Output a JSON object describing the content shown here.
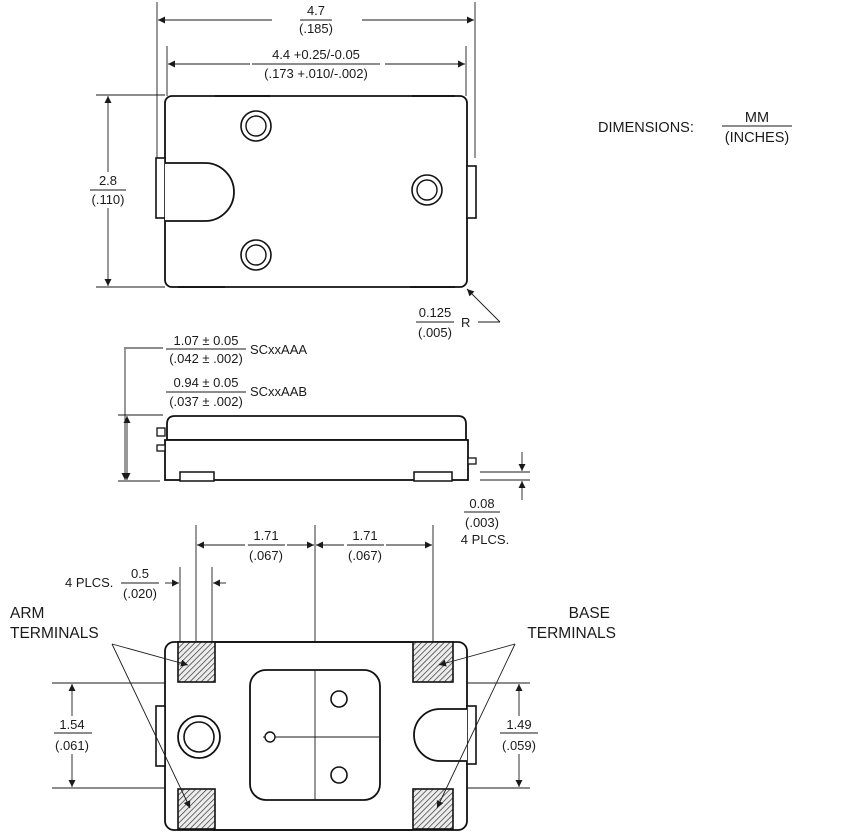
{
  "top_view": {
    "overall_width": {
      "mm": "4.7",
      "in": "(.185)"
    },
    "body_width": {
      "mm": "4.4 +0.25/-0.05",
      "in": "(.173 +.010/-.002)"
    },
    "height": {
      "mm": "2.8",
      "in": "(.110)"
    },
    "corner_radius": {
      "mm": "0.125",
      "in": "(.005)",
      "suffix": "R"
    }
  },
  "legend": {
    "label": "DIMENSIONS:",
    "unit_top": "MM",
    "unit_bottom": "(INCHES)"
  },
  "side_view": {
    "height_aaa": {
      "mm": "1.07 ± 0.05",
      "in": "(.042 ± .002)",
      "model": "SCxxAAA"
    },
    "height_aab": {
      "mm": "0.94 ± 0.05",
      "in": "(.037 ± .002)",
      "model": "SCxxAAB"
    },
    "lead_thickness": {
      "mm": "0.08",
      "in": "(.003)",
      "note": "4 PLCS."
    }
  },
  "bottom_view": {
    "pitch_left": {
      "mm": "1.71",
      "in": "(.067)"
    },
    "pitch_right": {
      "mm": "1.71",
      "in": "(.067)"
    },
    "pad_width": {
      "prefix": "4 PLCS.",
      "mm": "0.5",
      "in": "(.020)"
    },
    "arm_label": [
      "ARM",
      "TERMINALS"
    ],
    "base_label": [
      "BASE",
      "TERMINALS"
    ],
    "pad_span_left": {
      "mm": "1.54",
      "in": "(.061)"
    },
    "pad_span_right": {
      "mm": "1.49",
      "in": "(.059)"
    }
  }
}
